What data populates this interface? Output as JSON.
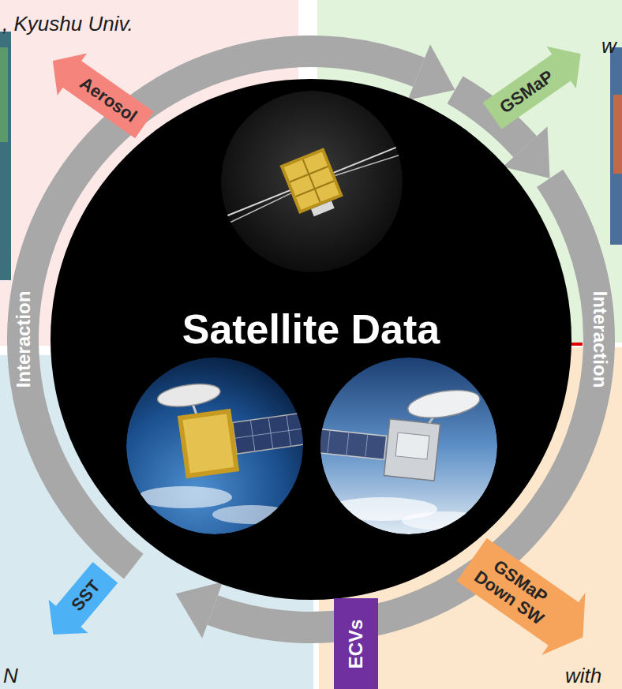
{
  "diagram": {
    "nodes": [
      {
        "text": [
          ", Kyushu Univ."
        ]
      },
      {
        "text": [
          "w"
        ]
      },
      {
        "text": [
          "Aerosol"
        ]
      },
      {
        "text": [
          "GSMaP"
        ]
      },
      {
        "text": [
          "Satellite Data"
        ]
      },
      {
        "text": [
          "SST"
        ]
      },
      {
        "text": [
          "ECVs"
        ]
      },
      {
        "text": [
          "GSMaP Down SW"
        ]
      },
      {
        "text": [
          "N"
        ]
      },
      {
        "text": [
          "with"
        ]
      }
    ],
    "labels": [
      "Interaction",
      "Interaction"
    ]
  }
}
